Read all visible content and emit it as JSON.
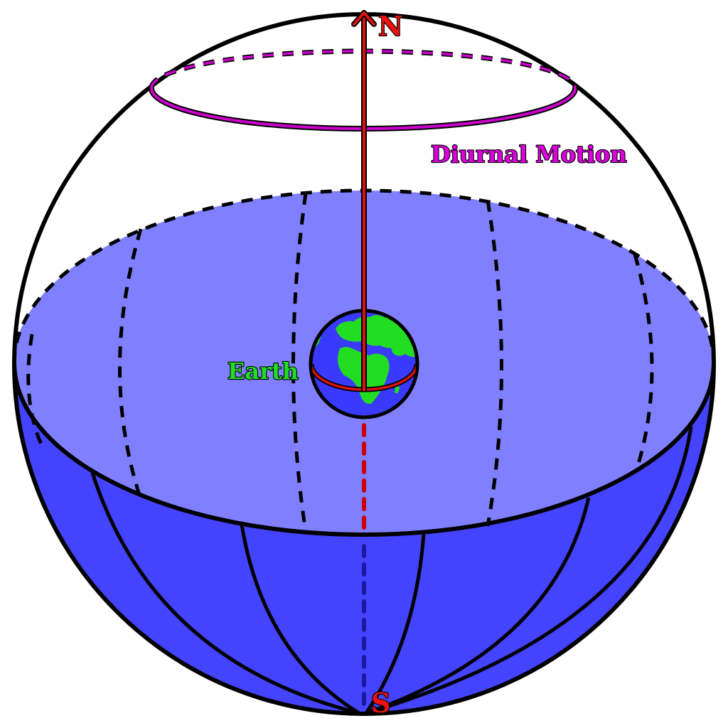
{
  "diagram": {
    "labels": {
      "north": "N",
      "south": "S",
      "diurnal_motion": "Diurnal Motion",
      "earth": "Earth"
    },
    "colors": {
      "sphere_lower": "#4444ff",
      "horizon_plane": "#8080ff",
      "sphere_outline": "#000000",
      "axis": "#cc0000",
      "diurnal_circle": "#cc00cc",
      "earth_ocean": "#3a3aff",
      "earth_land": "#22dd22",
      "earth_label": "#22dd22",
      "pole_label": "#ee1111",
      "diurnal_label": "#dd00dd",
      "south_axis_dashed": "#1a1aa0"
    }
  }
}
